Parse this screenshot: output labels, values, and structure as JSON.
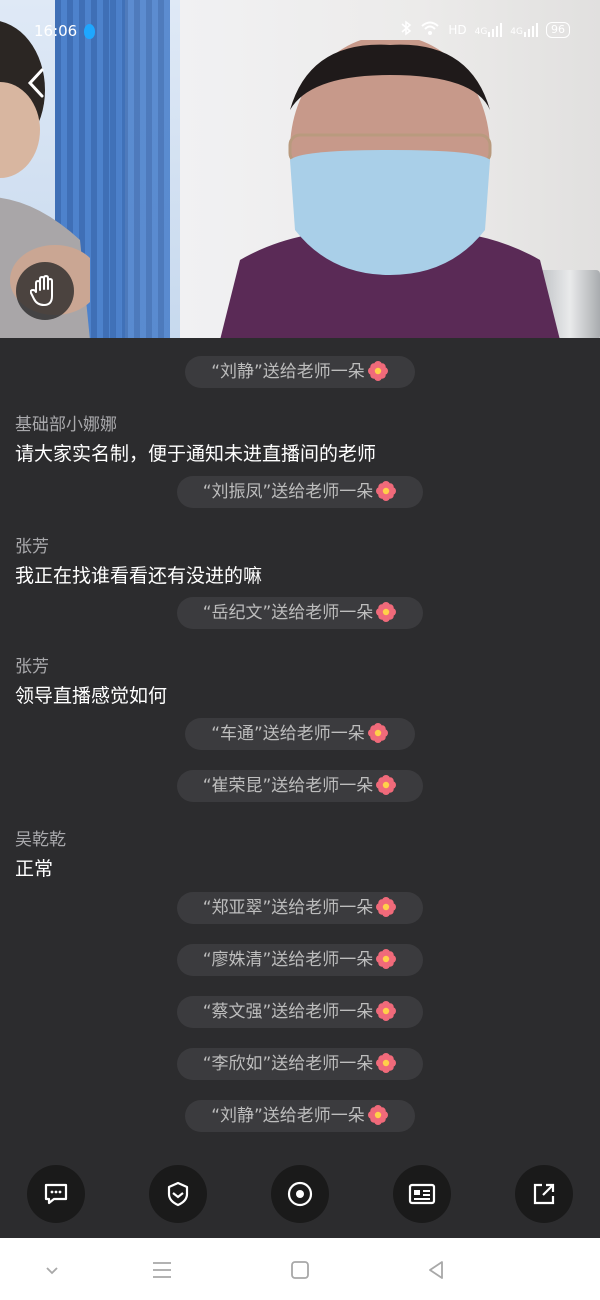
{
  "status_bar": {
    "time": "16:06",
    "network": "HD",
    "signal_1": "4G",
    "signal_2": "4G",
    "battery": "96"
  },
  "colors": {
    "background": "#2c2c2e",
    "pill": "#3b3b3e",
    "accent_flower": "#f06a7a"
  },
  "gifts": [
    {
      "text": "“刘静”送给老师一朵"
    },
    {
      "text": "“刘振凤”送给老师一朵"
    },
    {
      "text": "“岳纪文”送给老师一朵"
    },
    {
      "text": "“车通”送给老师一朵"
    },
    {
      "text": "“崔荣昆”送给老师一朵"
    },
    {
      "text": "“郑亚翠”送给老师一朵"
    },
    {
      "text": "“廖姝清”送给老师一朵"
    },
    {
      "text": "“蔡文强”送给老师一朵"
    },
    {
      "text": "“李欣如”送给老师一朵"
    },
    {
      "text": "“刘静”送给老师一朵"
    }
  ],
  "messages": [
    {
      "name": "基础部小娜娜",
      "text": "请大家实名制，便于通知未进直播间的老师"
    },
    {
      "name": "张芳",
      "text": "我正在找谁看看还有没进的嘛"
    },
    {
      "name": "张芳",
      "text": "领导直播感觉如何"
    },
    {
      "name": "吴乾乾",
      "text": "正常"
    }
  ],
  "toolbar_icons": [
    "comment-icon",
    "shield-icon",
    "eye-icon",
    "card-icon",
    "share-icon"
  ],
  "nav_icons": [
    "chevron-down-icon",
    "menu-icon",
    "home-square-icon",
    "back-triangle-icon"
  ]
}
